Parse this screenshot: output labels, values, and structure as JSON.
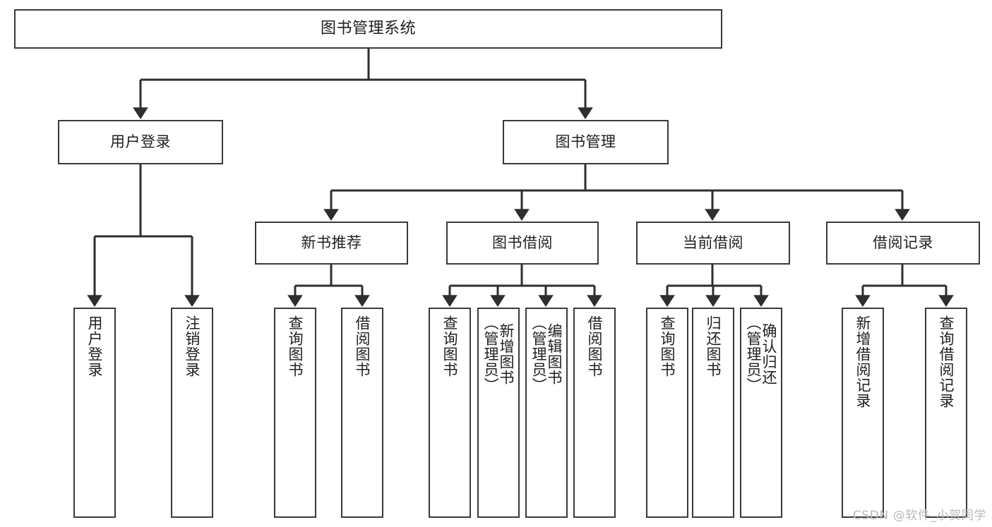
{
  "diagram": {
    "title": "图书管理系统",
    "type": "tree-hierarchy",
    "watermark": "CSDN @软件_小贺同学",
    "colors": {
      "background": "#ffffff",
      "box_border": "#3a3a3a",
      "box_fill": "#ffffff",
      "connector": "#2e2e2e",
      "text": "#1f1f1f",
      "watermark": "#b9b9b9"
    },
    "root": {
      "label": "图书管理系统"
    },
    "level1": [
      {
        "id": "user-login",
        "label": "用户登录"
      },
      {
        "id": "book-manage",
        "label": "图书管理"
      }
    ],
    "level2": [
      {
        "id": "new-book-recommend",
        "label": "新书推荐",
        "parent": "book-manage"
      },
      {
        "id": "book-borrow",
        "label": "图书借阅",
        "parent": "book-manage"
      },
      {
        "id": "current-borrow",
        "label": "当前借阅",
        "parent": "book-manage"
      },
      {
        "id": "borrow-record",
        "label": "借阅记录",
        "parent": "book-manage"
      }
    ],
    "leaves": [
      {
        "id": "leaf-user-login",
        "label": "用户登录",
        "parent": "user-login"
      },
      {
        "id": "leaf-logout",
        "label": "注销登录",
        "parent": "user-login"
      },
      {
        "id": "leaf-query-book-1",
        "label": "查询图书",
        "parent": "new-book-recommend"
      },
      {
        "id": "leaf-borrow-book-1",
        "label": "借阅图书",
        "parent": "new-book-recommend"
      },
      {
        "id": "leaf-query-book-2",
        "label": "查询图书",
        "parent": "book-borrow"
      },
      {
        "id": "leaf-add-book",
        "label": "新增图书\n（管理员）",
        "parent": "book-borrow"
      },
      {
        "id": "leaf-edit-book",
        "label": "编辑图书\n（管理员）",
        "parent": "book-borrow"
      },
      {
        "id": "leaf-borrow-book-2",
        "label": "借阅图书",
        "parent": "book-borrow"
      },
      {
        "id": "leaf-query-book-3",
        "label": "查询图书",
        "parent": "current-borrow"
      },
      {
        "id": "leaf-return-book",
        "label": "归还图书",
        "parent": "current-borrow"
      },
      {
        "id": "leaf-confirm-return",
        "label": "确认归还\n（管理员）",
        "parent": "current-borrow"
      },
      {
        "id": "leaf-add-record",
        "label": "新增借阅记录",
        "parent": "borrow-record"
      },
      {
        "id": "leaf-query-record",
        "label": "查询借阅记录",
        "parent": "borrow-record"
      }
    ]
  }
}
